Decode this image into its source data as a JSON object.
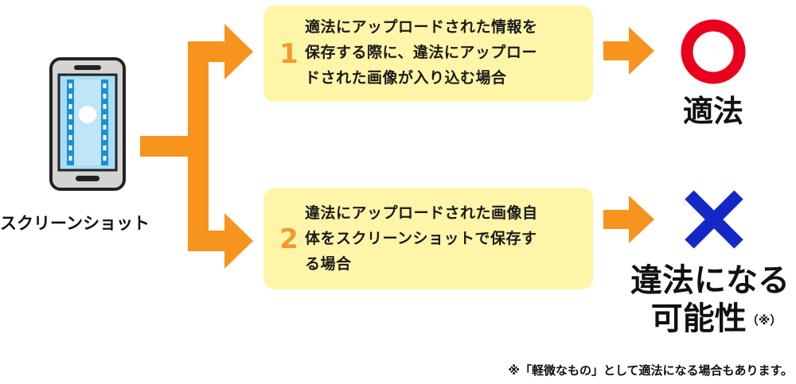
{
  "phone": {
    "label": "スクリーンショット",
    "colors": {
      "body": "#d4d4d4",
      "frame": "#222222",
      "screen": "#a8ddf5",
      "film": "#1e8fd1"
    }
  },
  "cases": [
    {
      "number": "1",
      "lines": [
        "適法にアップロードされた情報を",
        "保存する際に、違法にアップロー",
        "ドされた画像が入り込む場合"
      ],
      "verdict_symbol": "circle-icon",
      "verdict_lines": [
        "適法"
      ]
    },
    {
      "number": "2",
      "lines": [
        "違法にアップロードされた画像自",
        "体をスクリーンショットで保存す",
        "る場合"
      ],
      "verdict_symbol": "cross-icon",
      "verdict_lines": [
        "違法になる",
        "可能性"
      ],
      "verdict_note": "（※）"
    }
  ],
  "footnote": "※「軽微なもの」として適法になる場合もあります。",
  "colors": {
    "arrow": "#f7941d",
    "box": "#fff5a8",
    "number": "#f29a2e",
    "circle": "#e8001c",
    "cross": "#1428c8"
  }
}
